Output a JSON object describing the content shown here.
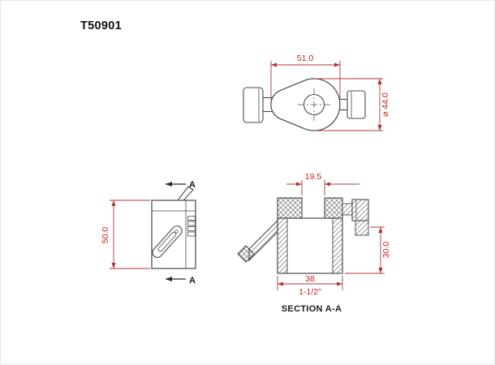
{
  "title": "T50901",
  "section_label": "SECTION A-A",
  "markers": {
    "section_top": "A",
    "section_bottom": "A"
  },
  "dimensions": {
    "top_width": "51.0",
    "top_diameter": "⌀ 44.0",
    "side_height": "50.0",
    "bore_width": "19.5",
    "body_width_mm": "38",
    "body_width_in": "1-1/2\"",
    "body_height": "30.0"
  },
  "colors": {
    "edge": "#46484c",
    "dimension_line": "#b03535",
    "dimension_text": "#c22424",
    "title_text": "#101114",
    "background": "#ffffff"
  }
}
